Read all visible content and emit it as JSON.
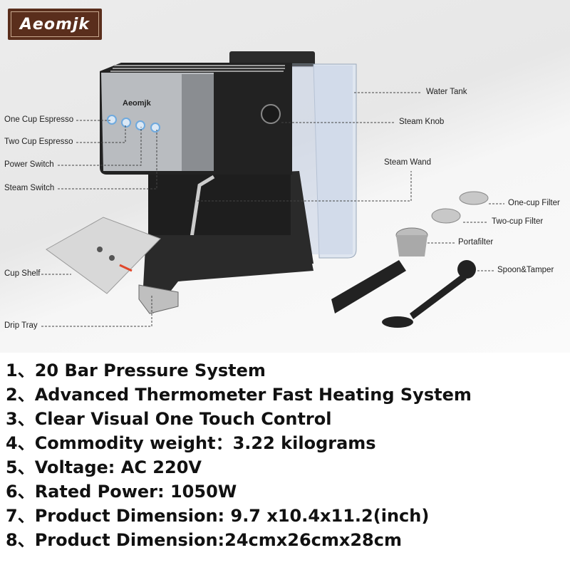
{
  "brand": {
    "logo_text": "Aeomjk",
    "machine_badge": "Aeomjk"
  },
  "labels": {
    "one_cup_espresso": "One Cup Espresso",
    "two_cup_espresso": "Two Cup Espresso",
    "power_switch": "Power Switch",
    "steam_switch": "Steam Switch",
    "cup_shelf": "Cup Shelf",
    "drip_tray": "Drip Tray",
    "water_tank": "Water Tank",
    "steam_knob": "Steam Knob",
    "steam_wand": "Steam Wand",
    "one_cup_filter": "One-cup Filter",
    "two_cup_filter": "Two-cup Filter",
    "portafilter": "Portafilter",
    "spoon_tamper": "Spoon&Tamper"
  },
  "features": [
    "1、20 Bar Pressure System",
    "2、Advanced Thermometer Fast Heating System",
    "3、Clear Visual One Touch Control",
    "4、Commodity weight：3.22 kilograms",
    "5、Voltage: AC 220V",
    "6、Rated Power: 1050W",
    "7、Product Dimension: 9.7 x10.4x11.2(inch)",
    "8、Product Dimension:24cmx26cmx28cm"
  ]
}
